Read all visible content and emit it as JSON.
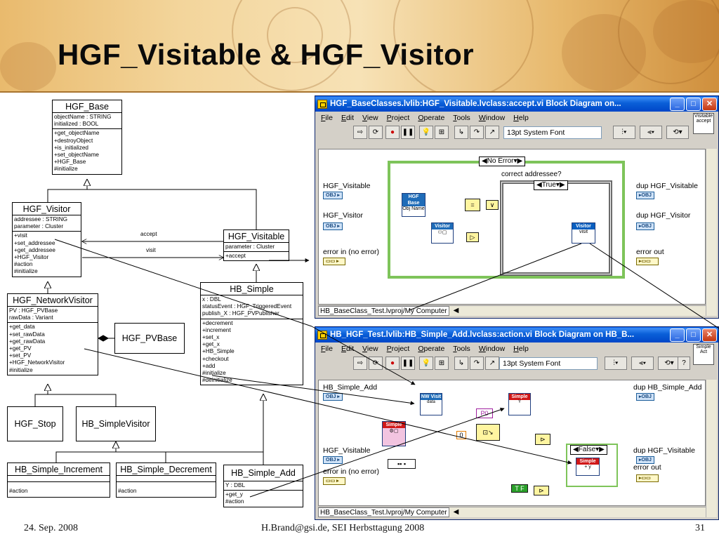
{
  "slide": {
    "title": "HGF_Visitable & HGF_Visitor",
    "footer_date": "24. Sep. 2008",
    "footer_author": "H.Brand@gsi.de, SEI Herbsttagung 2008",
    "page_number": "31"
  },
  "uml": {
    "hgf_base": {
      "name": "HGF_Base",
      "attributes": [
        "objectName : STRING",
        "initialized : BOOL"
      ],
      "operations": [
        "+get_objectName",
        "+destroyObject",
        "+is_initialized",
        "+set_objectName",
        "+HGF_Base",
        "#initialize"
      ]
    },
    "hgf_visitor": {
      "name": "HGF_Visitor",
      "attributes": [
        "addressee : STRING",
        "parameter : Cluster"
      ],
      "operations": [
        "+visit",
        "+set_addressee",
        "+get_addressee",
        "+HGF_Visitor",
        "#action",
        "#initialize"
      ]
    },
    "hgf_visitable": {
      "name": "HGF_Visitable",
      "attributes": [
        "parameter : Cluster"
      ],
      "operations": [
        "+accept"
      ]
    },
    "hgf_networkvisitor": {
      "name": "HGF_NetworkVisitor",
      "attributes": [
        "PV : HGF_PVBase",
        "rawData : Variant"
      ],
      "operations": [
        "+get_data",
        "+set_rawData",
        "+get_rawData",
        "+get_PV",
        "+set_PV",
        "+HGF_NetworkVisitor",
        "#initialize"
      ]
    },
    "hb_simple": {
      "name": "HB_Simple",
      "attributes": [
        "x : DBL",
        "statusEvent : HGF_TriggeredEvent",
        "publish_X : HGF_PVPublisher"
      ],
      "operations": [
        "+decrement",
        "+increment",
        "+set_x",
        "+get_x",
        "+HB_Simple",
        "+checkout",
        "+add",
        "#initialize",
        "#deinitialize"
      ]
    },
    "hgf_pvbase": {
      "name": "HGF_PVBase"
    },
    "hgf_stop": {
      "name": "HGF_Stop"
    },
    "hb_simplevisitor": {
      "name": "HB_SimpleVisitor"
    },
    "hb_simple_increment": {
      "name": "HB_Simple_Increment",
      "operations": [
        "#action"
      ]
    },
    "hb_simple_decrement": {
      "name": "HB_Simple_Decrement",
      "operations": [
        "#action"
      ]
    },
    "hb_simple_add": {
      "name": "HB_Simple_Add",
      "attributes": [
        "Y : DBL"
      ],
      "operations": [
        "+get_y",
        "#action"
      ]
    },
    "assoc_accept": "accept",
    "assoc_visit": "visit"
  },
  "window1": {
    "title": "HGF_BaseClasses.lvlib:HGF_Visitable.lvclass:accept.vi Block Diagram on...",
    "menu": [
      "File",
      "Edit",
      "View",
      "Project",
      "Operate",
      "Tools",
      "Window",
      "Help"
    ],
    "font_selector": "13pt System Font",
    "corner_icon": "Visitable accept",
    "case_selector_outer": "No Error",
    "case_selector_inner": "True",
    "case_label": "correct addressee?",
    "labels": {
      "hgf_visitable": "HGF_Visitable",
      "hgf_visitor": "HGF_Visitor",
      "error_in": "error in (no error)",
      "dup_hgf_visitable": "dup HGF_Visitable",
      "dup_hgf_visitor": "dup HGF_Visitor",
      "error_out": "error out"
    },
    "nodes": {
      "hgf_base": "HGF Base",
      "obj_name": "Obj Name",
      "visitor1": "Visitor",
      "visitor2": "Visitor",
      "visit": "visit"
    },
    "status_path": "HB_BaseClass_Test.lvproj/My Computer"
  },
  "window2": {
    "title": "HB_HGF_Test.lvlib:HB_Simple_Add.lvclass:action.vi Block Diagram on HB_B...",
    "menu": [
      "File",
      "Edit",
      "View",
      "Project",
      "Operate",
      "Tools",
      "Window",
      "Help"
    ],
    "font_selector": "13pt System Font",
    "corner_icon": "Simple Act",
    "case_selector": "False",
    "labels": {
      "hb_simple_add": "HB_Simple_Add",
      "dup_hb_simple_add": "dup HB_Simple_Add",
      "hgf_visitable": "HGF_Visitable",
      "dup_hgf_visitable": "dup HGF_Visitable",
      "error_in": "error in (no error)",
      "error_out": "error out"
    },
    "nodes": {
      "nw_visit": "NW Visit",
      "nw_visit_sub": "data",
      "simple1": "Simple",
      "simple1_sub": "Y",
      "simple_box": "Simple",
      "p0": "P0",
      "simple_inner": "Simple",
      "simple_inner_sub": "+ y",
      "zero": "0",
      "tf": "T F"
    },
    "status_path": "HB_BaseClass_Test.lvproj/My Computer"
  }
}
